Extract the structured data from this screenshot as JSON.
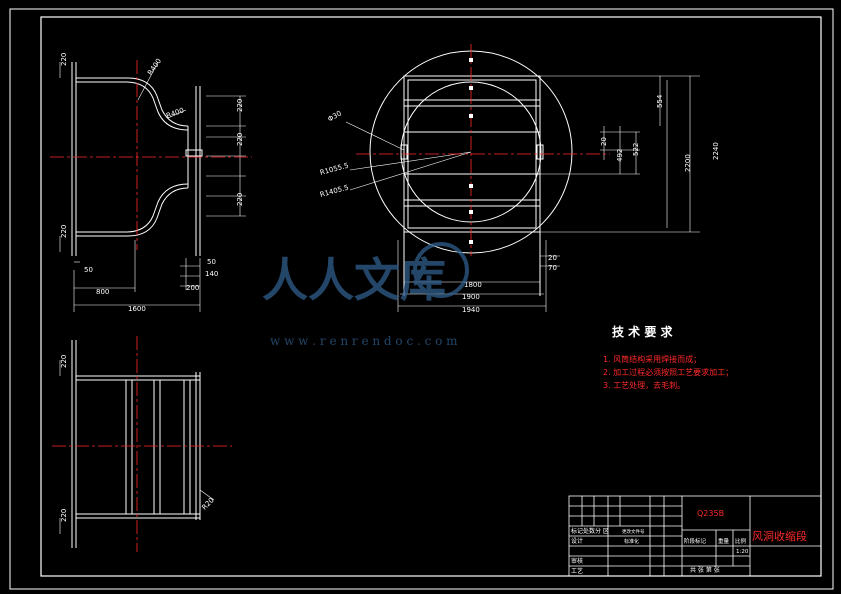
{
  "watermark": {
    "brand": "人人文库",
    "url": "w w w . r e n r e n d o c . c o m"
  },
  "front_view": {
    "dims": {
      "top_flange": "220",
      "bottom_flange": "220",
      "radius_top": "R400",
      "radius_mid": "R400",
      "right_1": "220",
      "right_2": "220",
      "right_3": "220",
      "d_50a": "50",
      "d_50b": "50",
      "d_140": "140",
      "d_200": "200",
      "d_800": "800",
      "d_1600": "1600"
    }
  },
  "side_view": {
    "dims": {
      "phi30": "Φ30",
      "r1055": "R1055.5",
      "r1405": "R1405.5",
      "d554": "554",
      "d20": "20",
      "d492": "492",
      "d522": "522",
      "d2200": "2200",
      "d2240": "2240",
      "d20b": "20",
      "d70": "70",
      "d1800": "1800",
      "d1900": "1900",
      "d1940": "1940"
    }
  },
  "top_view": {
    "dims": {
      "top": "220",
      "bottom": "220",
      "r": "R20"
    }
  },
  "tech": {
    "title": "技 术 要 求",
    "items": [
      "1. 风筒结构采用焊接而成；",
      "2. 加工过程必须按照工艺要求加工；",
      "3. 工艺处理，去毛刺。"
    ]
  },
  "title_block": {
    "material": "Q235B",
    "part_name": "风洞收缩段",
    "rows": [
      "标记处数分 区",
      "设计",
      "审核",
      "工艺"
    ],
    "mark_a": "更改文件号",
    "designer": "标准化",
    "stage": "阶段标记",
    "weight": "重量",
    "scale": "比例",
    "scale_value": "1:20",
    "sheets": "共 张  第 张"
  },
  "colors": {
    "line": "#ffffff",
    "center": "#ff2a2a",
    "text": "#ffffff",
    "watermark": "#2f5e8c"
  }
}
